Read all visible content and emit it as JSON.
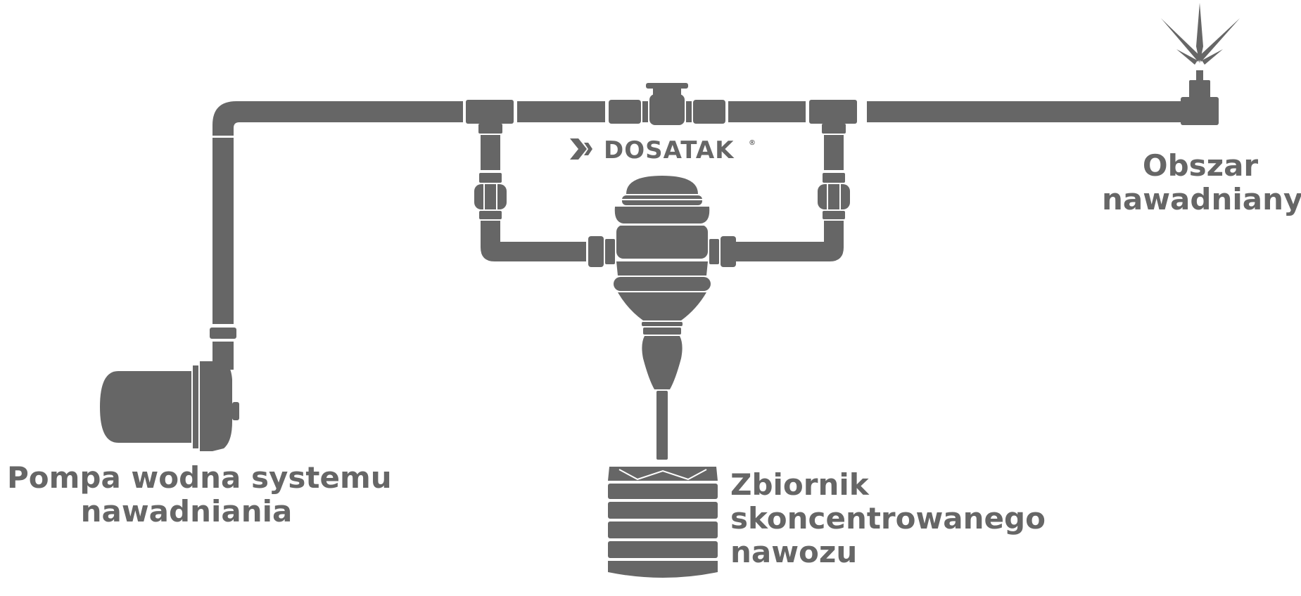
{
  "brand": {
    "name": "DOSATAK",
    "trademark": "®"
  },
  "labels": {
    "pump": [
      "Pompa wodna systemu",
      "nawadniania"
    ],
    "tank": [
      "Zbiornik",
      "skoncentrowanego",
      "nawozu"
    ],
    "area": [
      "Obszar",
      "nawadniany"
    ]
  },
  "colors": {
    "component": "#666666",
    "background": "#ffffff",
    "separator": "#ffffff"
  }
}
